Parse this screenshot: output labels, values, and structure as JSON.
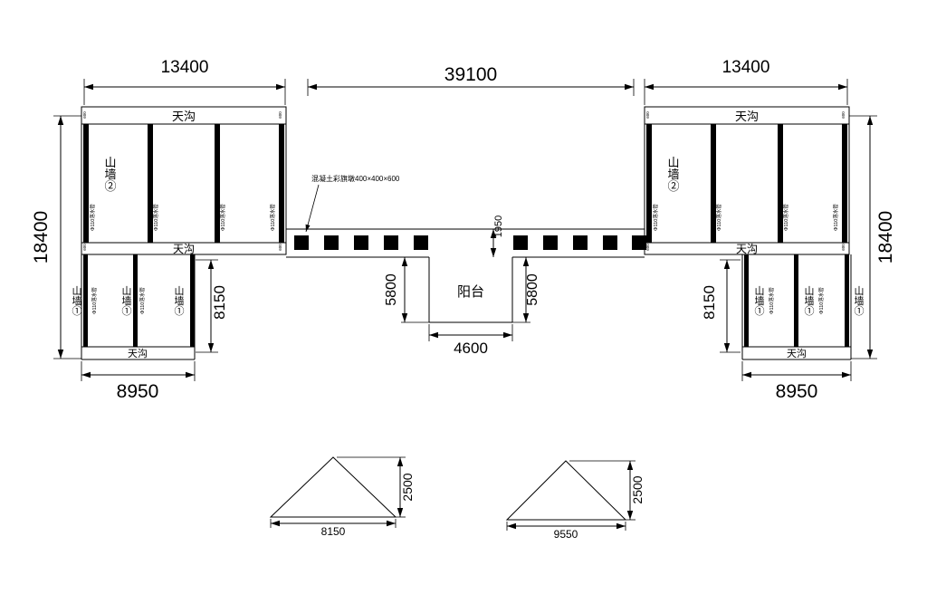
{
  "colors": {
    "ink": "#000000",
    "paper": "#ffffff"
  },
  "drawing": {
    "dims": {
      "wing_width": "13400",
      "center_span": "39100",
      "total_height": "18400",
      "lower_block_width": "8950",
      "lower_block_height": "8150",
      "balcony_depth": "5800",
      "balcony_width": "4600",
      "strip_depth": "1950",
      "gable_a_base": "8150",
      "gable_a_height": "2500",
      "gable_b_base": "9550",
      "gable_b_height": "2500",
      "corner_offset": "600"
    },
    "labels": {
      "gutter": "天沟",
      "gable_wall_1": "山墙①",
      "gable_wall_2": "山墙②",
      "balcony": "阳台",
      "pier_note": "混凝土彩旗墩400×400×600",
      "drainpipe": "Φ110落水管"
    }
  }
}
